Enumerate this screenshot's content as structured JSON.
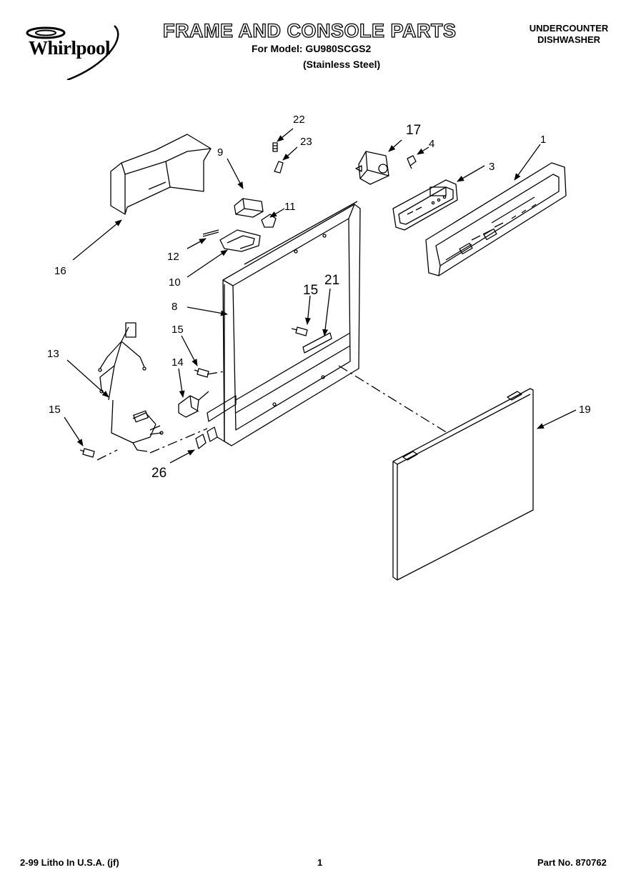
{
  "header": {
    "brand": "Whirlpool",
    "title": "FRAME AND CONSOLE PARTS",
    "model_line": "For Model: GU980SCGS2",
    "finish_line": "(Stainless Steel)",
    "product_line1": "UNDERCOUNTER",
    "product_line2": "DISHWASHER"
  },
  "callouts": {
    "c1": "1",
    "c3": "3",
    "c4": "4",
    "c8": "8",
    "c9": "9",
    "c10": "10",
    "c11": "11",
    "c12": "12",
    "c13": "13",
    "c14": "14",
    "c15a": "15",
    "c15b": "15",
    "c15c": "15",
    "c16": "16",
    "c17": "17",
    "c19": "19",
    "c21": "21",
    "c22": "22",
    "c23": "23",
    "c26": "26"
  },
  "footer": {
    "left": "2-99 Litho In U.S.A. (jf)",
    "center": "1",
    "right": "Part No. 870762"
  }
}
